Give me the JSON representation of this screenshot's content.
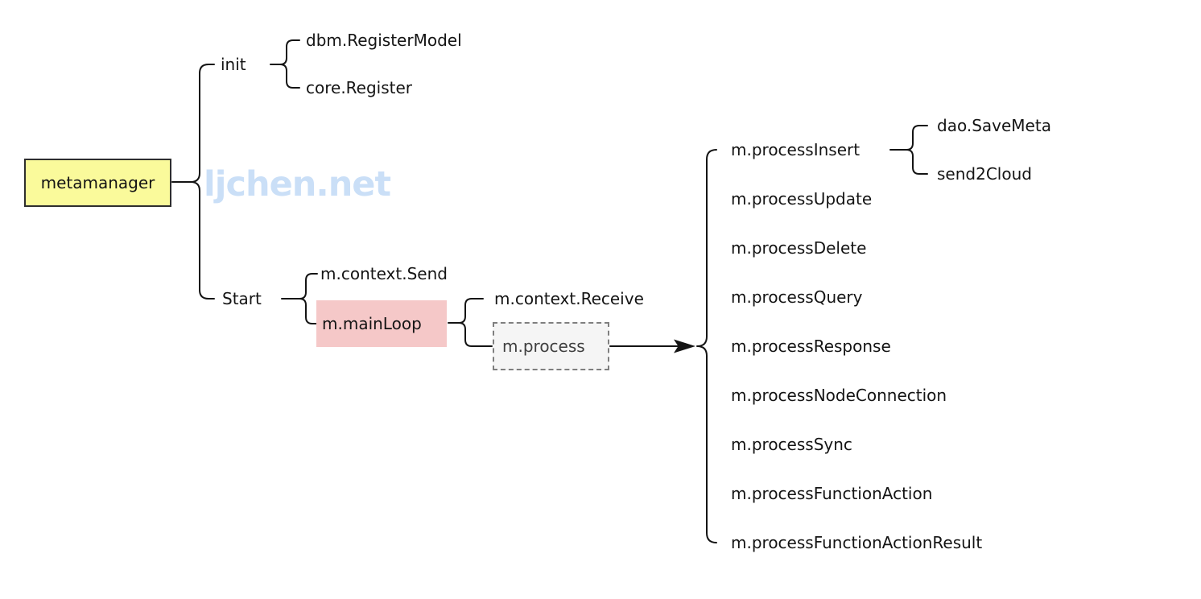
{
  "watermark": {
    "text": "ljchen.net",
    "color": "#cadff7"
  },
  "colors": {
    "background": "#ffffff",
    "text": "#141414",
    "line": "#141414",
    "root_bg": "#fafa9b",
    "root_border": "#2e2e2e",
    "highlight_bg": "#f5c8c8",
    "dashed_bg": "#f5f5f5",
    "dashed_border": "#7f7f7f",
    "dashed_text": "#3f3f3f"
  },
  "tree": {
    "root": {
      "label": "metamanager"
    },
    "branches": [
      {
        "label": "init",
        "children": [
          {
            "label": "dbm.RegisterModel"
          },
          {
            "label": "core.Register"
          }
        ]
      },
      {
        "label": "Start",
        "children": [
          {
            "label": "m.context.Send"
          },
          {
            "label": "m.mainLoop",
            "children": [
              {
                "label": "m.context.Receive"
              },
              {
                "label": "m.process",
                "children": [
                  {
                    "label": "m.processInsert",
                    "children": [
                      {
                        "label": "dao.SaveMeta"
                      },
                      {
                        "label": "send2Cloud"
                      }
                    ]
                  },
                  {
                    "label": "m.processUpdate"
                  },
                  {
                    "label": "m.processDelete"
                  },
                  {
                    "label": "m.processQuery"
                  },
                  {
                    "label": "m.processResponse"
                  },
                  {
                    "label": "m.processNodeConnection"
                  },
                  {
                    "label": "m.processSync"
                  },
                  {
                    "label": "m.processFunctionAction"
                  },
                  {
                    "label": "m.processFunctionActionResult"
                  }
                ]
              }
            ]
          }
        ]
      }
    ]
  }
}
